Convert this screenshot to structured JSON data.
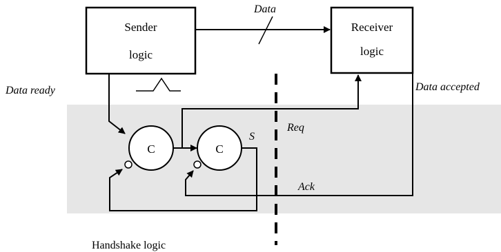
{
  "diagram": {
    "sender_label_1": "Sender",
    "sender_label_2": "logic",
    "receiver_label_1": "Receiver",
    "receiver_label_2": "logic",
    "data_label": "Data",
    "data_ready_label": "Data ready",
    "data_accepted_label": "Data accepted",
    "req_label": "Req",
    "ack_label": "Ack",
    "s_label": "S",
    "c1_label": "C",
    "c2_label": "C",
    "handshake_label": "Handshake logic"
  },
  "colors": {
    "shaded_region": "#e6e6e6",
    "line": "#000000"
  }
}
